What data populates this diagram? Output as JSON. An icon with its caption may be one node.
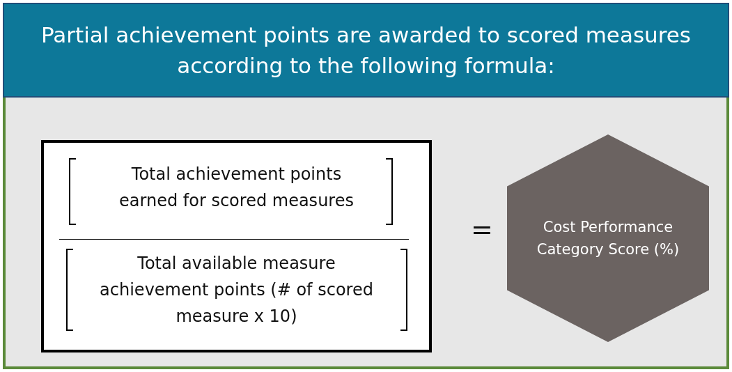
{
  "diagram": {
    "nodes": [
      {
        "text": [
          "Partial achievement points are awarded to scored measures according to the following formula:"
        ]
      },
      {
        "text": [],
        "shape": "box"
      },
      {
        "text": [
          "Total achievement points earned for scored measures",
          "Total available measure achievement points (# of scored measure x 10)"
        ],
        "in": 1
      },
      {
        "text": [
          "Cost Performance Category Score (%)"
        ],
        "in": 1
      }
    ],
    "labels": [
      "="
    ]
  }
}
